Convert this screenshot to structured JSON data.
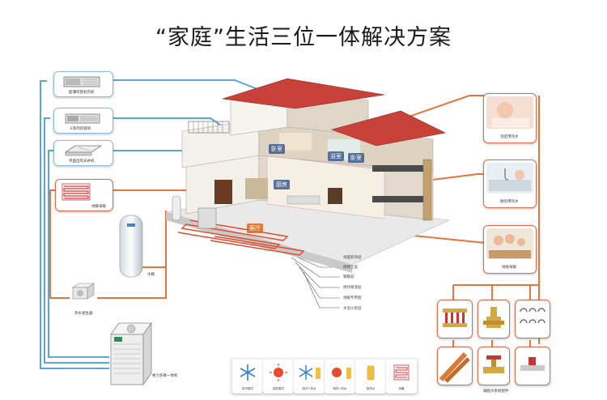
{
  "title": "“家庭”生活三位一体解决方案",
  "left_units": [
    {
      "label": "超薄风管机内机"
    },
    {
      "label": "E系列风管机"
    },
    {
      "label": "单面出风天井机"
    },
    {
      "label": "地暖采暖"
    },
    {
      "label": "水箱"
    },
    {
      "label": "热水发生器"
    },
    {
      "label": "格力多联一体机"
    }
  ],
  "right_units": [
    {
      "label": "浴室用热水"
    },
    {
      "label": "厨房用热水"
    },
    {
      "label": "地板采暖"
    },
    {
      "label": "辅配水系统配件"
    }
  ],
  "rooms": {
    "bedroom1": "卧室",
    "bathroom": "浴室",
    "bedroom2": "卧室",
    "kitchen": "厨房",
    "living": "客厅"
  },
  "floor_layers": [
    "地面装饰层",
    "绝缘土层",
    "钢筋层",
    "绝热保温层",
    "地暖专用管",
    "水泥沙浆层"
  ],
  "legend_icons": [
    {
      "icon": "snowflake-icon",
      "label": "制冷模式"
    },
    {
      "icon": "sun-icon",
      "label": "制热模式"
    },
    {
      "icon": "snow-water-icon",
      "label": "制冷+热水"
    },
    {
      "icon": "sun-water-icon",
      "label": "制热+热水"
    },
    {
      "icon": "water-icon",
      "label": "制热水"
    },
    {
      "icon": "floor-heat-icon",
      "label": "地暖"
    }
  ],
  "colors": {
    "pipe_blue": "#5aa6d8",
    "pipe_red": "#e8743b",
    "roof": "#c8423a",
    "accent_orange": "#e9702a"
  }
}
